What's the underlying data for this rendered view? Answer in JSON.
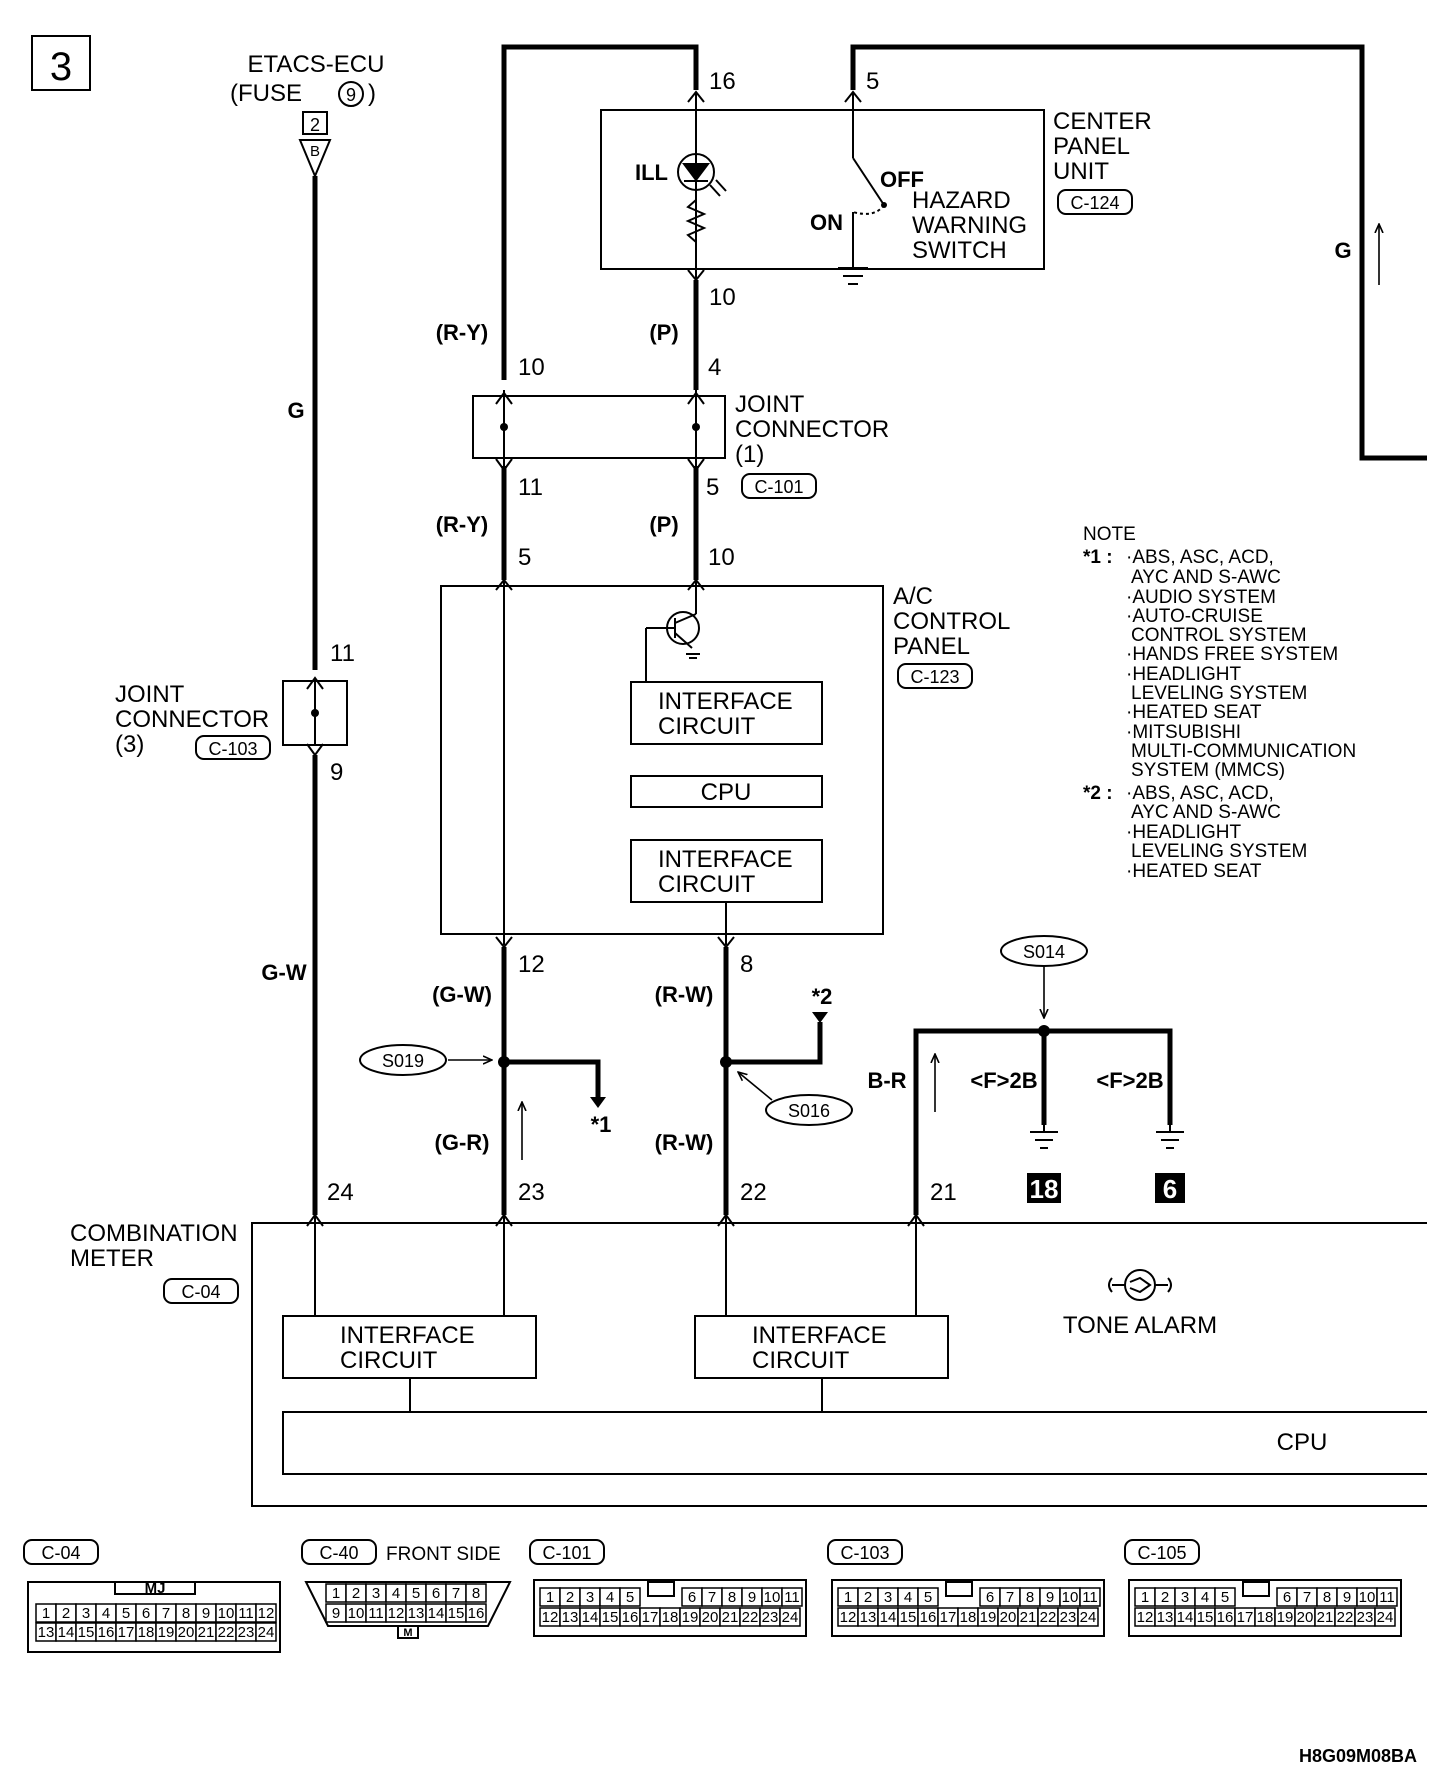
{
  "page": {
    "page_number": "3",
    "drawing_code": "H8G09M08BA"
  },
  "sources": {
    "etacs_line1": "ETACS-ECU",
    "etacs_line2": "(FUSE",
    "etacs_fuse": "9",
    "etacs_close": ")",
    "etacs_pin": "2",
    "etacs_pin_type": "B"
  },
  "center_panel": {
    "title_line1": "CENTER",
    "title_line2": "PANEL",
    "title_line3": "UNIT",
    "connector": "C-124",
    "ill_label": "ILL",
    "off_label": "OFF",
    "on_label": "ON",
    "switch_line1": "HAZARD",
    "switch_line2": "WARNING",
    "switch_line3": "SWITCH",
    "pin_16": "16",
    "pin_5": "5",
    "pin_10": "10"
  },
  "joint_connector_1": {
    "line1": "JOINT",
    "line2": "CONNECTOR",
    "line3": "(1)",
    "connector": "C-101",
    "pin_10": "10",
    "pin_4": "4",
    "pin_11": "11",
    "pin_5": "5"
  },
  "joint_connector_3": {
    "line1": "JOINT",
    "line2": "CONNECTOR",
    "line3": "(3)",
    "connector": "C-103",
    "pin_11": "11",
    "pin_9": "9"
  },
  "ac_panel": {
    "line1": "A/C",
    "line2": "CONTROL",
    "line3": "PANEL",
    "connector": "C-123",
    "pin_5": "5",
    "pin_10": "10",
    "pin_12": "12",
    "pin_8": "8",
    "if1_line1": "INTERFACE",
    "if1_line2": "CIRCUIT",
    "cpu": "CPU",
    "if2_line1": "INTERFACE",
    "if2_line2": "CIRCUIT"
  },
  "wires": {
    "ry_top": "(R-Y)",
    "p_top": "(P)",
    "ry_mid": "(R-Y)",
    "p_mid": "(P)",
    "g_left": "G",
    "g_right": "G",
    "gw_left": "G-W",
    "gw_paren": "(G-W)",
    "rw_top": "(R-W)",
    "gr": "(G-R)",
    "rw_bot": "(R-W)",
    "br": "B-R",
    "f2b_1": "<F>2B",
    "f2b_2": "<F>2B"
  },
  "splices": {
    "s019": "S019",
    "s016": "S016",
    "s014": "S014",
    "star1": "*1",
    "star2": "*2"
  },
  "grounds": {
    "g18": "18",
    "g6": "6"
  },
  "note": {
    "title": "NOTE",
    "star1": "*1 :",
    "star1_items": [
      "·ABS, ASC, ACD,",
      "AYC AND S-AWC",
      "·AUDIO SYSTEM",
      "·AUTO-CRUISE",
      "CONTROL SYSTEM",
      "·HANDS FREE SYSTEM",
      "·HEADLIGHT",
      "LEVELING SYSTEM",
      "·HEATED SEAT",
      "·MITSUBISHI",
      "MULTI-COMMUNICATION",
      "SYSTEM (MMCS)"
    ],
    "star2": "*2 :",
    "star2_items": [
      "·ABS, ASC, ACD,",
      "AYC AND S-AWC",
      "·HEADLIGHT",
      "LEVELING SYSTEM",
      "·HEATED SEAT"
    ]
  },
  "meter": {
    "line1": "COMBINATION",
    "line2": "METER",
    "connector": "C-04",
    "pin_24": "24",
    "pin_23": "23",
    "pin_22": "22",
    "pin_21": "21",
    "if1_line1": "INTERFACE",
    "if1_line2": "CIRCUIT",
    "if2_line1": "INTERFACE",
    "if2_line2": "CIRCUIT",
    "tone": "TONE ALARM",
    "cpu": "CPU"
  },
  "connector_views": {
    "c04": "C-04",
    "c04_mark": "MJ",
    "c04_row1": [
      "1",
      "2",
      "3",
      "4",
      "5",
      "6",
      "7",
      "8",
      "9",
      "10",
      "11",
      "12"
    ],
    "c04_row2": [
      "13",
      "14",
      "15",
      "16",
      "17",
      "18",
      "19",
      "20",
      "21",
      "22",
      "23",
      "24"
    ],
    "c40": "C-40",
    "c40_side": "FRONT SIDE",
    "c40_row1": [
      "1",
      "2",
      "3",
      "4",
      "5",
      "6",
      "7",
      "8"
    ],
    "c40_row2": [
      "9",
      "10",
      "11",
      "12",
      "13",
      "14",
      "15",
      "16"
    ],
    "c40_mark": "M",
    "c101": "C-101",
    "c103": "C-103",
    "c105": "C-105",
    "jc_row1": [
      "1",
      "2",
      "3",
      "4",
      "5",
      "6",
      "7",
      "8",
      "9",
      "10",
      "11"
    ],
    "jc_row2": [
      "12",
      "13",
      "14",
      "15",
      "16",
      "17",
      "18",
      "19",
      "20",
      "21",
      "22",
      "23",
      "24"
    ]
  }
}
